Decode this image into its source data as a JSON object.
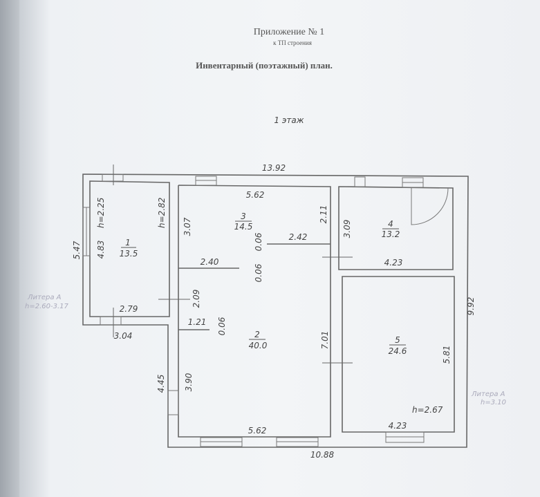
{
  "header": {
    "appendix": "Приложение № 1",
    "subtitle": "к ТП строения",
    "title": "Инвентарный (поэтажный) план.",
    "floor": "1 этаж"
  },
  "rooms": [
    {
      "number": "1",
      "area": "13.5"
    },
    {
      "number": "2",
      "area": "40.0"
    },
    {
      "number": "3",
      "area": "14.5"
    },
    {
      "number": "4",
      "area": "13.2"
    },
    {
      "number": "5",
      "area": "24.6"
    }
  ],
  "heights": {
    "room1_left": "h=2.25",
    "room1_right": "h=2.82",
    "room5": "h=2.67"
  },
  "dimensions": {
    "total_top": "13.92",
    "total_bottom": "10.88",
    "total_right": "9.92",
    "left_outer": "5.47",
    "left_lower": "4.45",
    "room1_height": "4.83",
    "room1_width": "2.79",
    "room1_outer_width": "3.04",
    "room3_top": "5.62",
    "room3_left": "3.07",
    "room3_right": "2.11",
    "room3_partition": "2.42",
    "wall_a": "0.06",
    "wall_b": "0.06",
    "wall_c": "0.06",
    "room2_top": "2.40",
    "room2_side": "2.09",
    "room2_step": "1.21",
    "room2_lower": "3.90",
    "room2_right": "7.01",
    "room2_bottom": "5.62",
    "room4_left": "3.09",
    "room4_bottom": "4.23",
    "room5_right": "5.81",
    "room5_bottom": "4.23"
  },
  "faint_labels": {
    "left": "Литера А",
    "left_sub": "h=2.60-3.17",
    "right": "Литера А",
    "right_sub": "h=3.10"
  }
}
